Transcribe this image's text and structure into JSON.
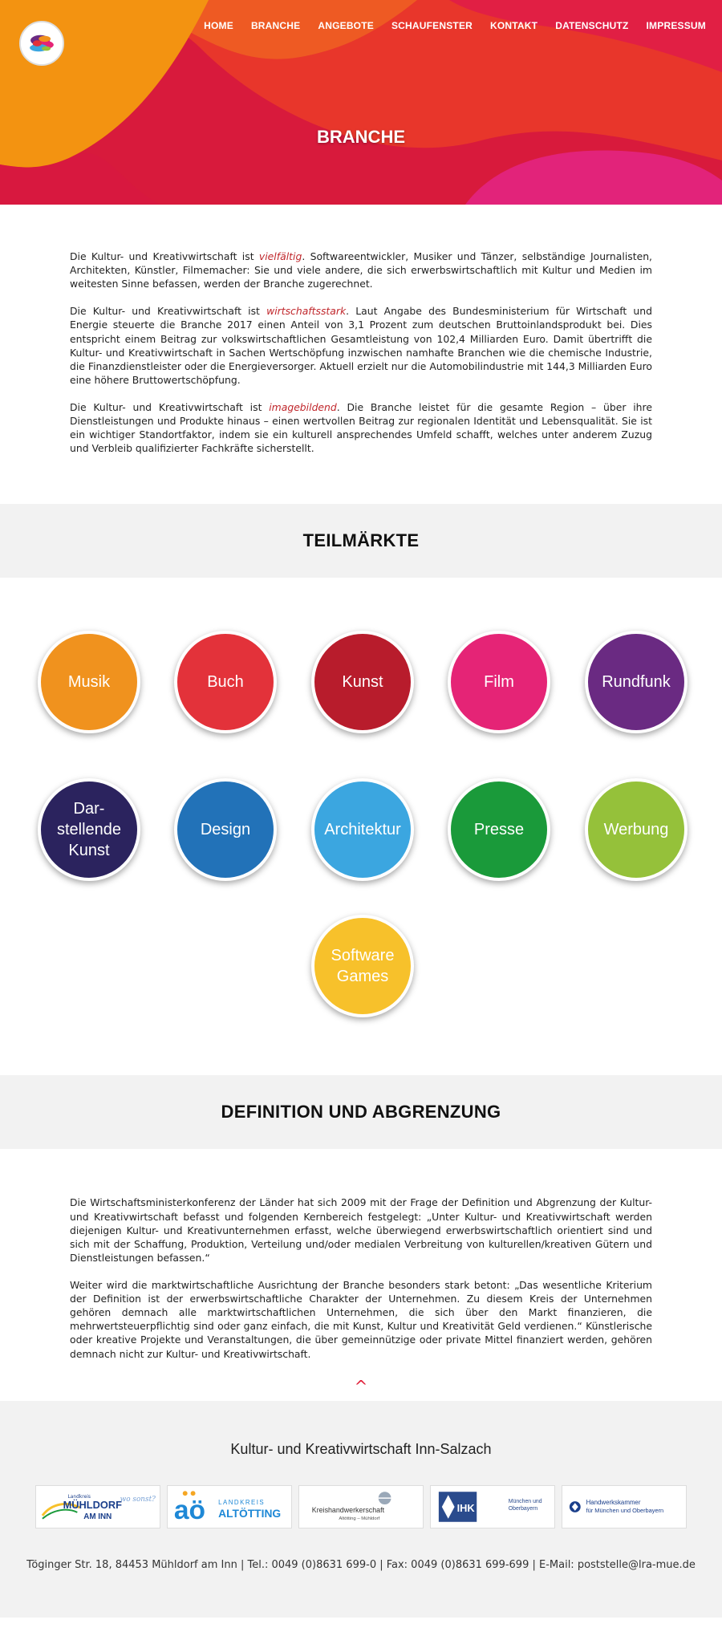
{
  "nav": {
    "items": [
      "HOME",
      "BRANCHE",
      "ANGEBOTE",
      "SCHAUFENSTER",
      "KONTAKT",
      "DATENSCHUTZ",
      "IMPRESSUM"
    ]
  },
  "hero": {
    "title": "BRANCHE"
  },
  "intro": {
    "p1": {
      "before": "Die Kultur- und Kreativwirtschaft ist ",
      "em": "vielfältig",
      "after": ". Softwareentwickler, Musiker und Tänzer, selbständige Journalisten, Architekten, Künstler, Filmemacher: Sie und viele andere, die sich erwerbswirtschaftlich mit Kultur und Medien im weitesten Sinne befassen, werden der Branche zugerechnet."
    },
    "p2": {
      "before": "Die Kultur- und Kreativwirtschaft ist ",
      "em": "wirtschaftsstark",
      "after": ". Laut Angabe des Bundesministerium für Wirtschaft und Energie steuerte die Branche 2017 einen Anteil von 3,1 Prozent zum deutschen Bruttoinlandsprodukt bei. Dies entspricht einem Beitrag zur volkswirtschaftlichen Gesamtleistung von 102,4 Milliarden Euro. Damit übertrifft die Kultur- und Kreativwirtschaft in Sachen Wertschöpfung inzwischen namhafte Branchen wie die chemische Industrie, die Finanzdienstleister oder die Energieversorger. Aktuell erzielt nur die Automobilindustrie mit 144,3 Milliarden Euro eine höhere Bruttowertschöpfung."
    },
    "p3": {
      "before": "Die Kultur- und Kreativwirtschaft ist ",
      "em": "imagebildend",
      "after": ". Die Branche leistet für die gesamte Region – über ihre Dienstleistungen und Produkte hinaus – einen wertvollen Beitrag zur regionalen Identität und Lebensqualität. Sie ist ein wichtiger Standortfaktor, indem sie ein kulturell ansprechendes Umfeld schafft, welches unter anderem Zuzug und Verbleib qualifizierter Fachkräfte sicherstellt."
    }
  },
  "teilmaerkte": {
    "heading": "TEILMÄRKTE",
    "items": [
      {
        "line1": "Musik",
        "line2": "",
        "line3": "",
        "color": "#f0921e"
      },
      {
        "line1": "Buch",
        "line2": "",
        "line3": "",
        "color": "#e3323a"
      },
      {
        "line1": "Kunst",
        "line2": "",
        "line3": "",
        "color": "#b81c2c"
      },
      {
        "line1": "Film",
        "line2": "",
        "line3": "",
        "color": "#e52476"
      },
      {
        "line1": "Rundfunk",
        "line2": "",
        "line3": "",
        "color": "#6a2a82"
      },
      {
        "line1": "Dar-",
        "line2": "stellende",
        "line3": "Kunst",
        "color": "#2b235e"
      },
      {
        "line1": "Design",
        "line2": "",
        "line3": "",
        "color": "#2272b8"
      },
      {
        "line1": "Architektur",
        "line2": "",
        "line3": "",
        "color": "#3ba6e0"
      },
      {
        "line1": "Presse",
        "line2": "",
        "line3": "",
        "color": "#1a9a3a"
      },
      {
        "line1": "Werbung",
        "line2": "",
        "line3": "",
        "color": "#95c13a"
      },
      {
        "line1": "Software",
        "line2": "Games",
        "line3": "",
        "color": "#f7c12b"
      }
    ]
  },
  "definition": {
    "heading": "DEFINITION UND ABGRENZUNG",
    "p1": "Die Wirtschaftsministerkonferenz der Länder hat sich 2009 mit der Frage der Definition und Abgrenzung der Kultur- und Kreativwirtschaft befasst und folgenden Kernbereich festgelegt: „Unter Kultur- und Kreativwirtschaft werden diejenigen Kultur- und Kreativunternehmen erfasst, welche überwiegend erwerbswirtschaftlich orientiert sind und sich mit der Schaffung, Produktion, Verteilung und/oder medialen Verbreitung von kulturellen/kreativen Gütern und Dienstleistungen befassen.“",
    "p2": "Weiter wird die marktwirtschaftliche Ausrichtung der Branche besonders stark betont: „Das wesentliche Kriterium der Definition ist der erwerbswirtschaftliche Charakter der Unternehmen. Zu diesem Kreis der Unternehmen gehören demnach alle marktwirtschaftlichen Unternehmen, die sich über den Markt finanzieren, die mehrwertsteuerpflichtig sind oder ganz einfach, die mit Kunst, Kultur und Kreativität Geld verdienen.“ Künstlerische oder kreative Projekte und Veranstaltungen, die über gemeinnützige oder private Mittel finanziert werden, gehören demnach nicht zur Kultur- und Kreativwirtschaft."
  },
  "totop": {
    "label": "^"
  },
  "footer": {
    "title": "Kultur- und Kreativwirtschaft Inn-Salzach",
    "partners": {
      "muehldorf": {
        "small": "Landkreis",
        "big": "MÜHLDORF",
        "sub": "AM INN",
        "slogan": "wo sonst?"
      },
      "altoetting": {
        "mark": "aö",
        "small": "LANDKREIS",
        "big": "ALTÖTTING"
      },
      "kreishandwerkerschaft": {
        "name": "Kreishandwerkerschaft",
        "sub": "Altötting – Mühldorf"
      },
      "ihk": {
        "mark": "IHK",
        "line1": "München und",
        "line2": "Oberbayern"
      },
      "hwk": {
        "line1": "Handwerkskammer",
        "line2": "für München und Oberbayern"
      }
    },
    "address": "Töginger Str. 18, 84453 Mühldorf am Inn | Tel.: 0049 (0)8631 699-0 | Fax: 0049 (0)8631 699-699 | E-Mail: poststelle@lra-mue.de"
  }
}
